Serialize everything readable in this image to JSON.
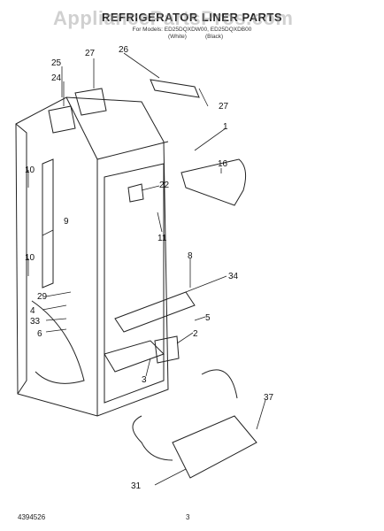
{
  "header": {
    "title": "REFRIGERATOR LINER PARTS",
    "models": "For Models: ED25DQXDW00, ED25DQXDB00",
    "color_white": "(White)",
    "color_black": "(Black)"
  },
  "watermark": "AppliancePartsPros.com",
  "footer": {
    "doc_number": "4394526",
    "page_number": "3"
  },
  "callouts": [
    "1",
    "2",
    "3",
    "4",
    "5",
    "6",
    "8",
    "9",
    "10",
    "10",
    "11",
    "16",
    "22",
    "24",
    "25",
    "26",
    "27",
    "27",
    "29",
    "31",
    "33",
    "34",
    "37"
  ]
}
